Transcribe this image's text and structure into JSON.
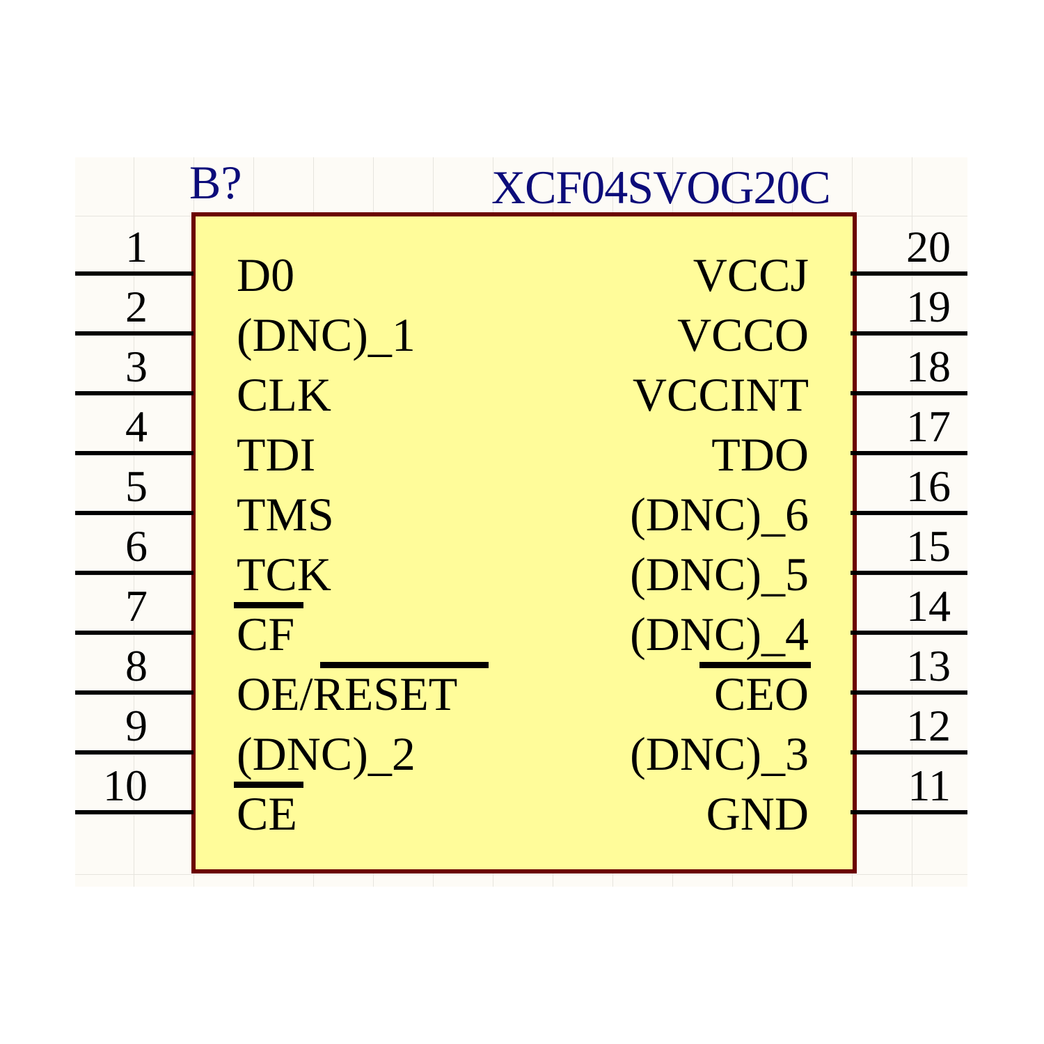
{
  "component": {
    "designator": "B?",
    "part_number": "XCF04SVOG20C",
    "colors": {
      "body_fill": "#fffc9a",
      "body_border": "#6b0000",
      "label_text": "#0c0c7a",
      "pin_color": "#000000",
      "sheet_background": "#fdfbf6",
      "grid_line": "#e6e4de"
    },
    "left_pins": [
      {
        "number": "1",
        "name": "D0",
        "inverted": false
      },
      {
        "number": "2",
        "name": "(DNC)_1",
        "inverted": false
      },
      {
        "number": "3",
        "name": "CLK",
        "inverted": false
      },
      {
        "number": "4",
        "name": "TDI",
        "inverted": false
      },
      {
        "number": "5",
        "name": "TMS",
        "inverted": false
      },
      {
        "number": "6",
        "name": "TCK",
        "inverted": false
      },
      {
        "number": "7",
        "name": "CF",
        "inverted": true
      },
      {
        "number": "8",
        "name": "OE/RESET",
        "inverted": true,
        "overbar_part": "RESET"
      },
      {
        "number": "9",
        "name": "(DNC)_2",
        "inverted": false
      },
      {
        "number": "10",
        "name": "CE",
        "inverted": true
      }
    ],
    "right_pins": [
      {
        "number": "20",
        "name": "VCCJ",
        "inverted": false
      },
      {
        "number": "19",
        "name": "VCCO",
        "inverted": false
      },
      {
        "number": "18",
        "name": "VCCINT",
        "inverted": false
      },
      {
        "number": "17",
        "name": "TDO",
        "inverted": false
      },
      {
        "number": "16",
        "name": "(DNC)_6",
        "inverted": false
      },
      {
        "number": "15",
        "name": "(DNC)_5",
        "inverted": false
      },
      {
        "number": "14",
        "name": "(DNC)_4",
        "inverted": false
      },
      {
        "number": "13",
        "name": "CEO",
        "inverted": true
      },
      {
        "number": "12",
        "name": "(DNC)_3",
        "inverted": false
      },
      {
        "number": "11",
        "name": "GND",
        "inverted": false
      }
    ]
  }
}
